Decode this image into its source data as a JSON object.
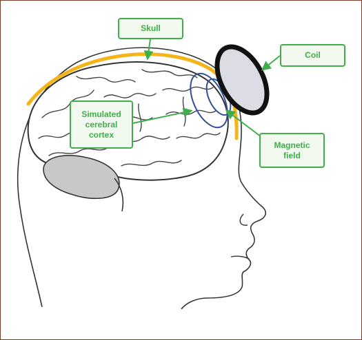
{
  "labels": {
    "skull": "Skull",
    "coil": "Coil",
    "cortex": "Simulated\ncerebral\ncortex",
    "field": "Magnetic\nfield"
  },
  "colors": {
    "label_border": "#3fae4a",
    "label_fill": "#f2f9ee",
    "skull_arc": "#f4b41a",
    "field_loops": "#2f4f9a",
    "coil_rim": "#111111",
    "coil_fill": "#dcdce4",
    "cerebellum": "#c8c8c8",
    "frame": "#7a3b2a"
  }
}
